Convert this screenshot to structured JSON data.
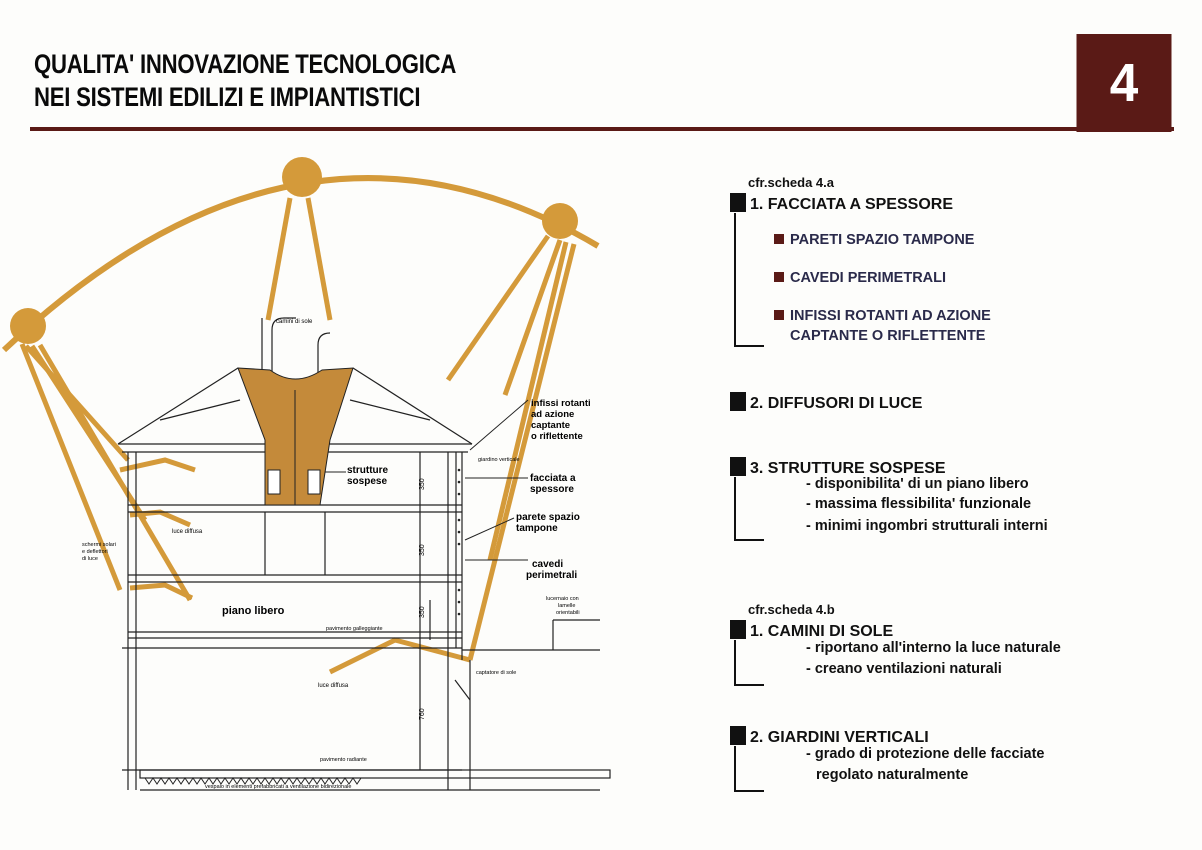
{
  "header": {
    "title_line1": "QUALITA'  INNOVAZIONE TECNOLOGICA",
    "title_line2": "NEI SISTEMI EDILIZI E IMPIANTISTICI",
    "page_number": "4"
  },
  "colors": {
    "accent": "#5a1a16",
    "sun": "#d49a3a"
  },
  "diagram": {
    "camini_di_sole": "camini di sole",
    "infissi": [
      "infissi rotanti",
      "ad azione",
      "captante",
      "o riflettente"
    ],
    "strutture": [
      "strutture",
      "sospese"
    ],
    "facciata": [
      "facciata a",
      "spessore"
    ],
    "parete": [
      "parete spazio",
      "tampone"
    ],
    "cavedi": [
      "cavedi",
      "perimetrali"
    ],
    "giardino_verticale": "giardino verticale",
    "schermi": [
      "schermi solari",
      "e deflettori",
      "di luce"
    ],
    "luce_diffusa_1": "luce diffusa",
    "piano_libero": "piano libero",
    "pavimento_galleggiante": "pavimento galleggiante",
    "lucernaio": [
      "lucernaio con",
      "lamelle",
      "orientabili"
    ],
    "captatore": "captatore di sole",
    "luce_diffusa_2": "luce diffusa",
    "pavimento_radiante": "pavimento radiante",
    "vespaio": "vespaio in elementi prefabbricati a ventilazione bidirezionale",
    "dim_350_a": "350",
    "dim_350_b": "350",
    "dim_350_c": "350",
    "dim_760": "760"
  },
  "sections": [
    {
      "ref": "cfr.scheda 4.a",
      "items": [
        {
          "title": "1. FACCIATA A SPESSORE",
          "subs": [
            "PARETI SPAZIO TAMPONE",
            "CAVEDI PERIMETRALI",
            "INFISSI ROTANTI AD AZIONE",
            "CAPTANTE O RIFLETTENTE"
          ]
        },
        {
          "title": "2. DIFFUSORI DI LUCE"
        },
        {
          "title": "3. STRUTTURE SOSPESE",
          "points": [
            "- disponibilita' di un piano libero",
            "- massima flessibilita' funzionale",
            "- minimi ingombri strutturali interni"
          ]
        }
      ]
    },
    {
      "ref": "cfr.scheda 4.b",
      "items": [
        {
          "title": "1. CAMINI DI SOLE",
          "points": [
            "- riportano all'interno la luce naturale",
            "- creano ventilazioni naturali"
          ]
        },
        {
          "title": "2. GIARDINI VERTICALI",
          "points": [
            "- grado di protezione delle facciate",
            "regolato naturalmente"
          ]
        }
      ]
    }
  ]
}
